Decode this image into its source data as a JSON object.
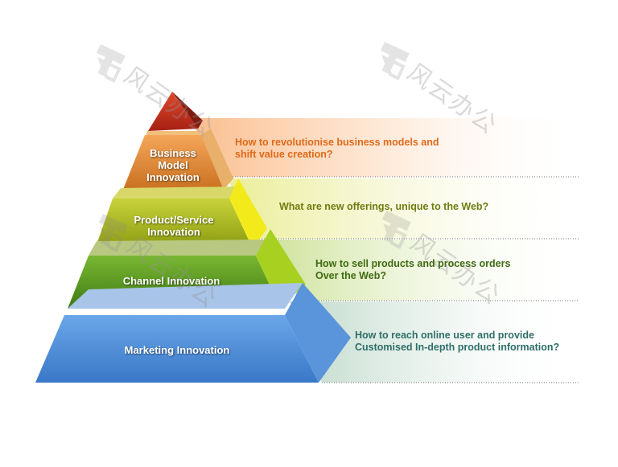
{
  "layers": [
    {
      "id": "tip",
      "label": "",
      "question_lines": []
    },
    {
      "id": "business",
      "label": "Business Model Innovation",
      "label_lines": [
        "Business",
        "Model",
        "Innovation"
      ],
      "question_lines": [
        "How to revolutionise business models and",
        "shift value creation?"
      ],
      "question_color": "#e06a1a"
    },
    {
      "id": "product",
      "label": "Product/Service Innovation",
      "label_lines": [
        "Product/Service",
        "Innovation"
      ],
      "question_lines": [
        "What are new offerings, unique to the Web?"
      ],
      "question_color": "#6f7d10"
    },
    {
      "id": "channel",
      "label": "Channel Innovation",
      "label_lines": [
        "Channel Innovation"
      ],
      "question_lines": [
        "How to sell products and process orders",
        "Over the Web?"
      ],
      "question_color": "#3f6a12"
    },
    {
      "id": "marketing",
      "label": "Marketing Innovation",
      "label_lines": [
        "Marketing Innovation"
      ],
      "question_lines": [
        "How to reach online user and provide",
        "Customised In-depth product information?"
      ],
      "question_color": "#2f6f68"
    }
  ],
  "watermark": {
    "text": "风云办公",
    "icon": "fengyun-logo-icon"
  },
  "colors": {
    "tip": "#c8321e",
    "business": "#e8903c",
    "product": "#a8b81e",
    "channel": "#5f9a22",
    "marketing": "#4f8ed6"
  }
}
